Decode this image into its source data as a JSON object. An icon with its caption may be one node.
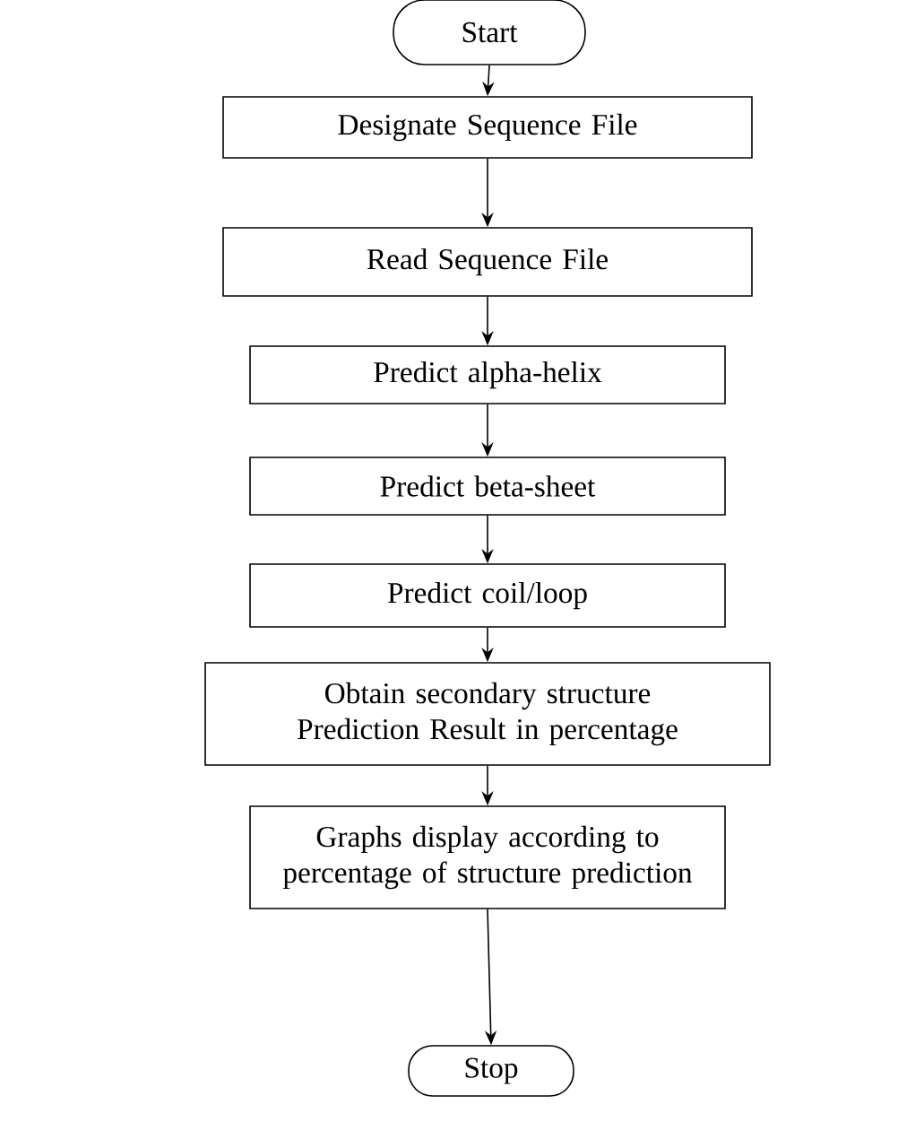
{
  "diagram": {
    "nodes": [
      {
        "text": [
          "Start"
        ]
      },
      {
        "text": [
          "Designate Sequence File"
        ]
      },
      {
        "text": [
          "Read Sequence File"
        ]
      },
      {
        "text": [
          "Predict alpha-helix"
        ]
      },
      {
        "text": [
          "Predict beta-sheet"
        ]
      },
      {
        "text": [
          "Predict coil/loop"
        ]
      },
      {
        "text": [
          "Obtain secondary structure Prediction Result in percentage"
        ]
      },
      {
        "text": [
          "Graphs display according to percentage of structure prediction"
        ]
      },
      {
        "text": [
          "Stop"
        ]
      }
    ],
    "edges": [
      {
        "from": 0,
        "to": 1,
        "arrow": "to"
      },
      {
        "from": 1,
        "to": 2,
        "arrow": "to"
      },
      {
        "from": 2,
        "to": 3,
        "arrow": "to"
      },
      {
        "from": 3,
        "to": 4,
        "arrow": "to"
      },
      {
        "from": 4,
        "to": 5,
        "arrow": "to"
      },
      {
        "from": 5,
        "to": 6,
        "arrow": "to"
      },
      {
        "from": 6,
        "to": 7,
        "arrow": "to"
      },
      {
        "from": 7,
        "to": 8,
        "arrow": "to"
      }
    ]
  }
}
